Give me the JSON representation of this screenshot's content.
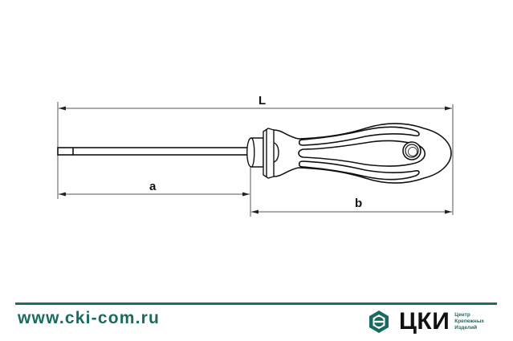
{
  "diagram": {
    "subject": "screwdriver dimension drawing",
    "dimensions": {
      "total_length_label": "L",
      "shaft_length_label": "a",
      "handle_length_label": "b"
    }
  },
  "footer": {
    "website": "www.cki-com.ru",
    "brand": {
      "name": "ЦКИ",
      "tagline_lines": [
        "Центр",
        "Крепежных",
        "Изделий"
      ],
      "logo_icon": "hexagon-slot-icon"
    },
    "accent_color": "#1e6f62"
  }
}
